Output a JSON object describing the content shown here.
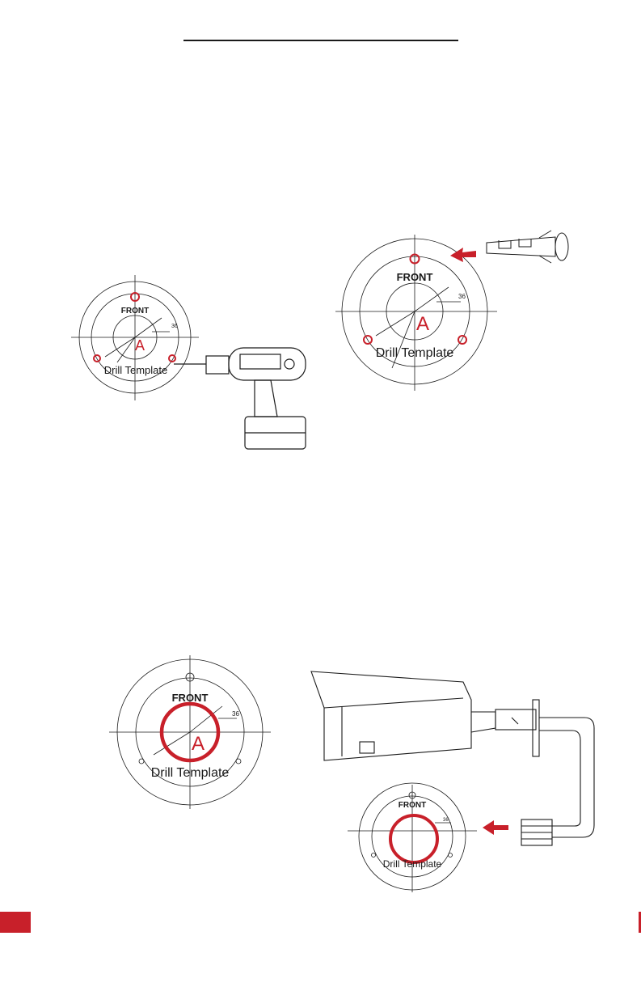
{
  "template": {
    "front_label": "FRONT",
    "center_letter": "A",
    "title": "Drill Template",
    "dimension_label": "36"
  },
  "colors": {
    "accent_red": "#c8202a",
    "line": "#1a1a1a"
  },
  "icons": {
    "drill": "power-drill-icon",
    "anchor": "wall-anchor-icon",
    "camera": "bullet-camera-icon",
    "arrow": "red-arrow-icon"
  }
}
